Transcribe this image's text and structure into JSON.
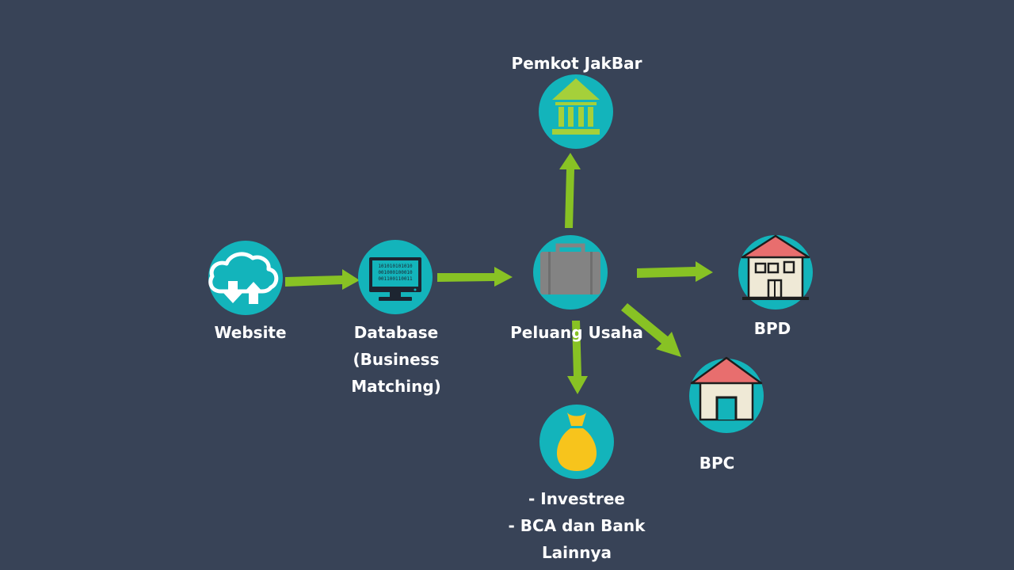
{
  "colors": {
    "background": "#384357",
    "circle": "#13b4bb",
    "arrow": "#88c224",
    "roof": "#e86e6e",
    "wall": "#efe9d6",
    "outline": "#1d1d1d",
    "bag": "#f7c41c",
    "briefcase": "#838383",
    "bank": "#a5d03a"
  },
  "nodes": {
    "website": {
      "icon": "cloud-sync-icon",
      "label": "Website"
    },
    "database": {
      "icon": "computer-monitor-icon",
      "lines": [
        "(Business",
        "Matching)"
      ],
      "title": "Database",
      "binary": [
        "101010101010",
        "001000100010",
        "001100110011"
      ]
    },
    "peluang": {
      "icon": "briefcase-icon",
      "label": "Peluang Usaha"
    },
    "pemkot": {
      "icon": "government-building-icon",
      "label": "Pemkot JakBar"
    },
    "bpd": {
      "icon": "office-building-icon",
      "label": "BPD"
    },
    "bpc": {
      "icon": "house-icon",
      "label": "BPC"
    },
    "investor": {
      "icon": "money-bag-icon",
      "lines": [
        "- Investree",
        "- BCA dan Bank",
        "Lainnya"
      ]
    }
  }
}
